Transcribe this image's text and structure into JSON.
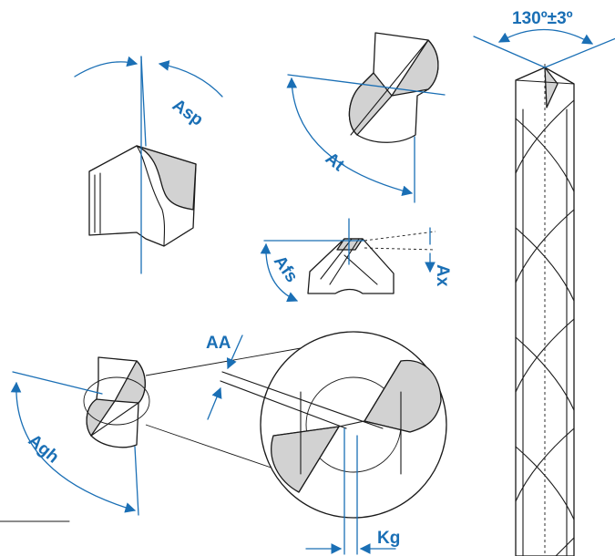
{
  "labels": {
    "point_angle": "130º±3º",
    "asp": "Asp",
    "at": "At",
    "afs": "Afs",
    "ax": "Ax",
    "aa": "AA",
    "agh": "Agh",
    "kg": "Kg"
  },
  "colors": {
    "annotation": "#1a6fb5",
    "outline": "#1a1a1a",
    "shaded_face": "#d2d2d2"
  }
}
